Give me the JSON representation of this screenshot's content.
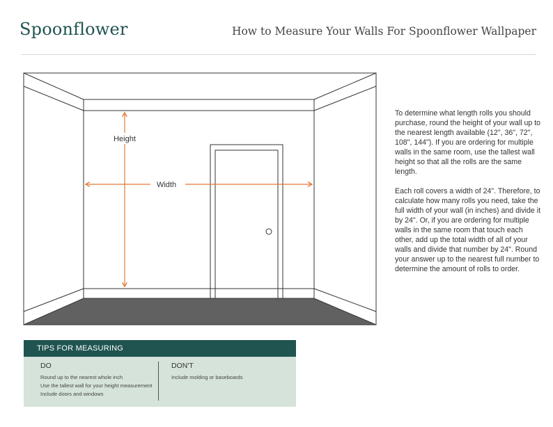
{
  "header": {
    "logo": "Spoonflower",
    "title": "How to Measure Your Walls For Spoonflower Wallpaper"
  },
  "diagram": {
    "height_label": "Height",
    "width_label": "Width",
    "colors": {
      "line": "#333333",
      "arrow": "#e07b39",
      "floor": "#616161"
    }
  },
  "instructions": {
    "paragraphs": [
      "To determine what length rolls you should purchase, round the height of your wall up to the nearest length available (12\", 36\", 72\", 108\", 144\"). If you are ordering for multiple walls in the same room, use the tallest wall height so that all the rolls are the same length.",
      "Each roll covers a width of 24\". Therefore, to calculate how many rolls you need, take the full width of your wall (in inches) and divide it by 24\". Or, if you are ordering for multiple walls in the same room that touch each other, add up the total width of all of your walls and divide that number by 24\". Round your answer up to the nearest full number to determine the amount of rolls to order."
    ]
  },
  "tips": {
    "title": "TIPS FOR MEASURING",
    "do_heading": "DO",
    "do_items": [
      "Round up to the nearest whole inch",
      "Use the tallest wall for your height measurement",
      "Include doors and windows"
    ],
    "dont_heading": "DON'T",
    "dont_items": [
      "Include molding or baseboards"
    ],
    "colors": {
      "header": "#1f5450",
      "panel": "#d5e3da"
    }
  }
}
